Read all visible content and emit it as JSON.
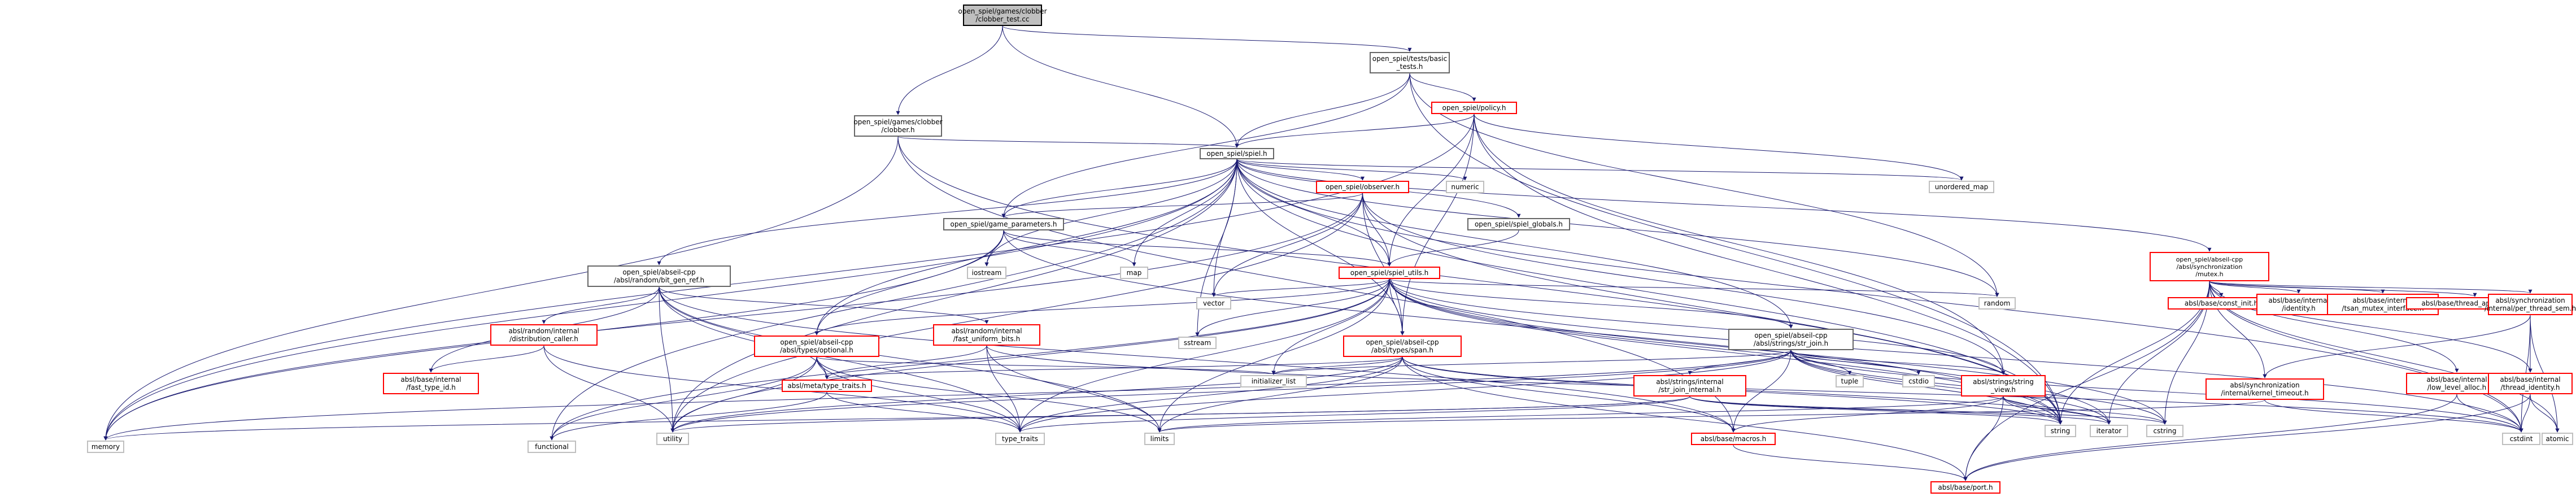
{
  "nodes": {
    "clobber_test": "open_spiel/games/clobber\n/clobber_test.cc",
    "tests_basic": "open_spiel/tests/basic\n_tests.h",
    "clobber_h": "open_spiel/games/clobber\n/clobber.h",
    "policy": "open_spiel/policy.h",
    "spiel": "open_spiel/spiel.h",
    "observer": "open_spiel/observer.h",
    "numeric": "numeric",
    "unordered_map": "unordered_map",
    "game_parameters": "open_spiel/game_parameters.h",
    "spiel_globals": "open_spiel/spiel_globals.h",
    "spiel_utils": "open_spiel/spiel_utils.h",
    "bit_gen_ref": "open_spiel/abseil-cpp\n/absl/random/bit_gen_ref.h",
    "iostream": "iostream",
    "map": "map",
    "mutex": "open_spiel/abseil-cpp\n/absl/synchronization\n/mutex.h",
    "random": "random",
    "sstream": "sstream",
    "vector": "vector",
    "distribution_caller": "absl/random/internal\n/distribution_caller.h",
    "fast_uniform_bits": "absl/random/internal\n/fast_uniform_bits.h",
    "optional": "open_spiel/abseil-cpp\n/absl/types/optional.h",
    "span": "open_spiel/abseil-cpp\n/absl/types/span.h",
    "str_join": "open_spiel/abseil-cpp\n/absl/strings/str_join.h",
    "const_init": "absl/base/const_init.h",
    "identity": "absl/base/internal\n/identity.h",
    "tsan_mutex": "absl/base/internal\n/tsan_mutex_interface.h",
    "thread_annotations": "absl/base/thread_annotations.h",
    "per_thread_sem": "absl/synchronization\n/internal/per_thread_sem.h",
    "fast_type_id": "absl/base/internal\n/fast_type_id.h",
    "type_traits": "absl/meta/type_traits.h",
    "str_join_internal": "absl/strings/internal\n/str_join_internal.h",
    "string_view": "absl/strings/string\n_view.h",
    "tuple": "tuple",
    "cstdio": "cstdio",
    "initializer_list": "initializer_list",
    "kernel_timeout": "absl/synchronization\n/internal/kernel_timeout.h",
    "low_level_alloc": "absl/base/internal\n/low_level_alloc.h",
    "thread_identity": "absl/base/internal\n/thread_identity.h",
    "memory": "memory",
    "functional": "functional",
    "utility": "utility",
    "type_traits_std": "type_traits",
    "limits": "limits",
    "macros": "absl/base/macros.h",
    "string": "string",
    "iterator": "iterator",
    "cstring": "cstring",
    "cstdint": "cstdint",
    "atomic": "atomic",
    "port": "absl/base/port.h"
  },
  "colors": {
    "edge": "#191970",
    "node_border": "#666666",
    "external_border": "#bfbfbf",
    "incomplete_border": "#ff0000",
    "root_fill": "#bfbfbf"
  }
}
